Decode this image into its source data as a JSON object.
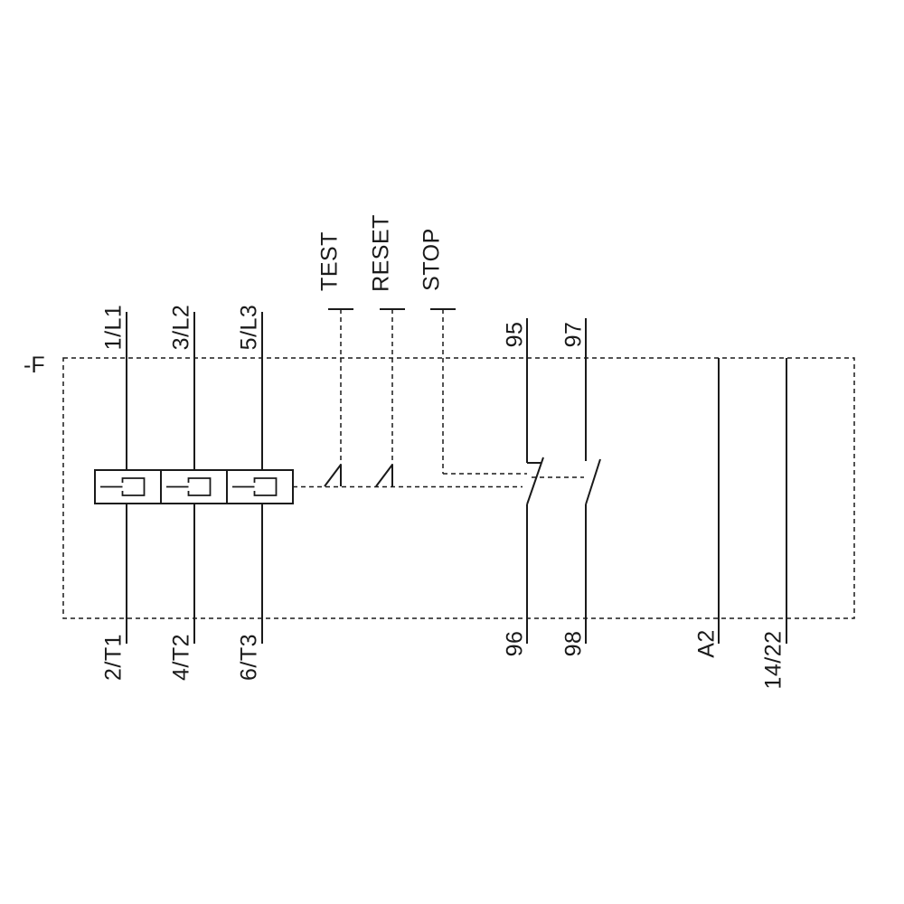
{
  "diagram": {
    "type": "overload-relay-wiring-schematic",
    "labels": {
      "device": "-F",
      "l1": "1/L1",
      "l2": "3/L2",
      "l3": "5/L3",
      "t1": "2/T1",
      "t2": "4/T2",
      "t3": "6/T3",
      "test": "TEST",
      "reset": "RESET",
      "stop": "STOP",
      "nc_top": "95",
      "nc_bottom": "96",
      "no_top": "97",
      "no_bottom": "98",
      "a2": "A2",
      "aux14": "14/22"
    },
    "components": [
      "device-enclosure-dashed-outline",
      "three-pole-thermal-overload-elements",
      "test-actuator",
      "reset-actuator",
      "stop-linkage",
      "nc-contact-95-96",
      "no-contact-97-98",
      "terminal-line-a2",
      "terminal-line-14-22"
    ],
    "colors": {
      "line": "#1a1a1a",
      "background": "#ffffff"
    }
  }
}
